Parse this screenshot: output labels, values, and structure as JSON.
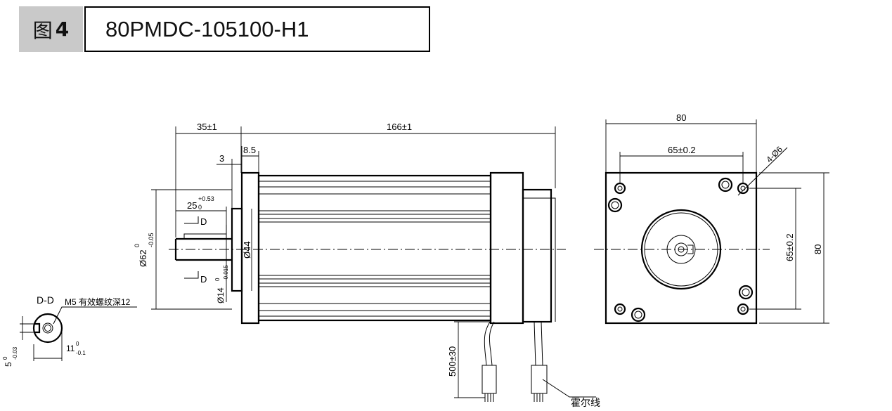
{
  "header": {
    "figure_label": "图",
    "figure_number": "4",
    "model": "80PMDC-105100-H1"
  },
  "dimensions": {
    "shaft_length": "35±1",
    "body_length": "166±1",
    "flange_thickness": "8.5",
    "boss_thickness": "3",
    "key_length": "25",
    "key_length_tol_upper": "+0.53",
    "key_length_tol_lower": "0",
    "pilot_diameter": "Ø62",
    "pilot_tol_upper": "0",
    "pilot_tol_lower": "-0.05",
    "boss_diameter": "Ø44",
    "shaft_diameter": "Ø14",
    "shaft_tol_upper": "0",
    "shaft_tol_lower": "-0.015",
    "section_marker": "D",
    "flange_width": "80",
    "hole_spacing_h": "65±0.2",
    "hole_spacing_v": "65±0.2",
    "flange_height": "80",
    "mounting_holes": "4-Ø6",
    "lead_length": "500±30"
  },
  "section": {
    "title": "D-D",
    "thread_note": "M5 有效螺纹深12",
    "key_depth": "11",
    "key_depth_tol_upper": "0",
    "key_depth_tol_lower": "-0.1",
    "key_width": "5",
    "key_width_tol_upper": "0",
    "key_width_tol_lower": "-0.03"
  },
  "labels": {
    "hall_wire": "霍尔线"
  }
}
